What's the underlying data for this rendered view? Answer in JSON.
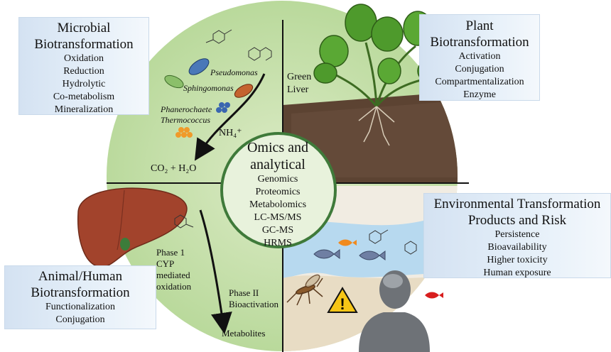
{
  "colors": {
    "circle_green": "#c5dfa8",
    "water_blue": "#b7d9ef",
    "soil_brown": "#5c4332",
    "liver_red": "#a2432c",
    "center_border": "#3f7a3a",
    "box_fill": "#dde8f5",
    "warning_yellow": "#f6c516"
  },
  "microbial": {
    "title": "Microbial Biotransformation",
    "items": [
      "Oxidation",
      "Reduction",
      "Hydrolytic",
      "Co-metabolism",
      "Mineralization"
    ],
    "organisms": [
      "Pseudomonas",
      "Sphingomonas",
      "Phanerochaete",
      "Thermococcus"
    ],
    "ammonium": "NH₄⁺",
    "products": "CO₂ + H₂O"
  },
  "plant": {
    "title": "Plant Biotransformation",
    "items": [
      "Activation",
      "Conjugation",
      "Compartmentalization",
      "Enzyme"
    ],
    "concept": "Green Liver"
  },
  "center": {
    "title": "Omics and analytical",
    "items": [
      "Genomics",
      "Proteomics",
      "Metabolomics",
      "LC-MS/MS",
      "GC-MS",
      "HRMS"
    ]
  },
  "animal": {
    "title": "Animal/Human Biotransformation",
    "items": [
      "Functionalization",
      "Conjugation"
    ],
    "phase1": "Phase 1 CYP mediated oxidation",
    "phase2": "Phase II Bioactivation",
    "result": "Metabolites"
  },
  "environment": {
    "title": "Environmental Transformation Products and Risk",
    "items": [
      "Persistence",
      "Bioavailability",
      "Higher toxicity",
      "Human exposure"
    ]
  },
  "icons": [
    "bacteria-icon",
    "plant-icon",
    "liver-icon",
    "fish-icon",
    "mosquito-icon",
    "human-head-icon",
    "warning-icon",
    "molecule-icon"
  ]
}
